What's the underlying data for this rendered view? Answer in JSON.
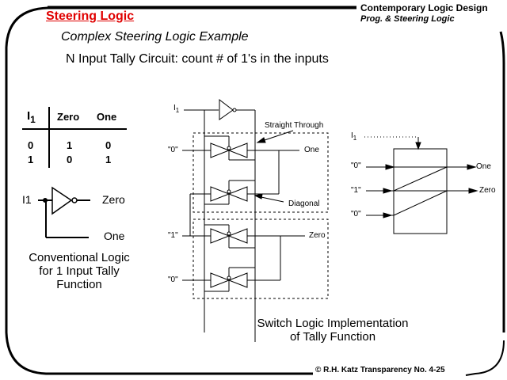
{
  "header": {
    "section_title": "Steering Logic",
    "course_title": "Contemporary  Logic Design",
    "course_subtitle": "Prog. & Steering Logic",
    "subtitle": "Complex Steering Logic Example",
    "heading": "N Input Tally Circuit: count # of 1's in the inputs"
  },
  "truth_table": {
    "input_label": "I",
    "input_subscript": "1",
    "columns": [
      "Zero",
      "One"
    ],
    "rows": [
      {
        "input": "0",
        "zero": "1",
        "one": "0"
      },
      {
        "input": "1",
        "zero": "0",
        "one": "1"
      }
    ]
  },
  "conventional": {
    "input": "I1",
    "out_zero": "Zero",
    "out_one": "One",
    "caption": [
      "Conventional Logic",
      "for 1 Input Tally",
      "Function"
    ]
  },
  "switch_circuit": {
    "input_label": "I",
    "input_subscript": "1",
    "inputs": [
      "\"0\"",
      "\"1\"",
      "\"0\""
    ],
    "out_one": "One",
    "out_zero": "Zero",
    "annotation_straight": "Straight Through",
    "annotation_diagonal": "Diagonal",
    "caption": [
      "Switch Logic Implementation",
      "of Tally Function"
    ]
  },
  "block": {
    "input_label": "I",
    "input_subscript": "1",
    "inputs": [
      "\"0\"",
      "\"1\"",
      "\"0\""
    ],
    "out_one": "One",
    "out_zero": "Zero"
  },
  "footer": "© R.H. Katz   Transparency No. 4-25"
}
